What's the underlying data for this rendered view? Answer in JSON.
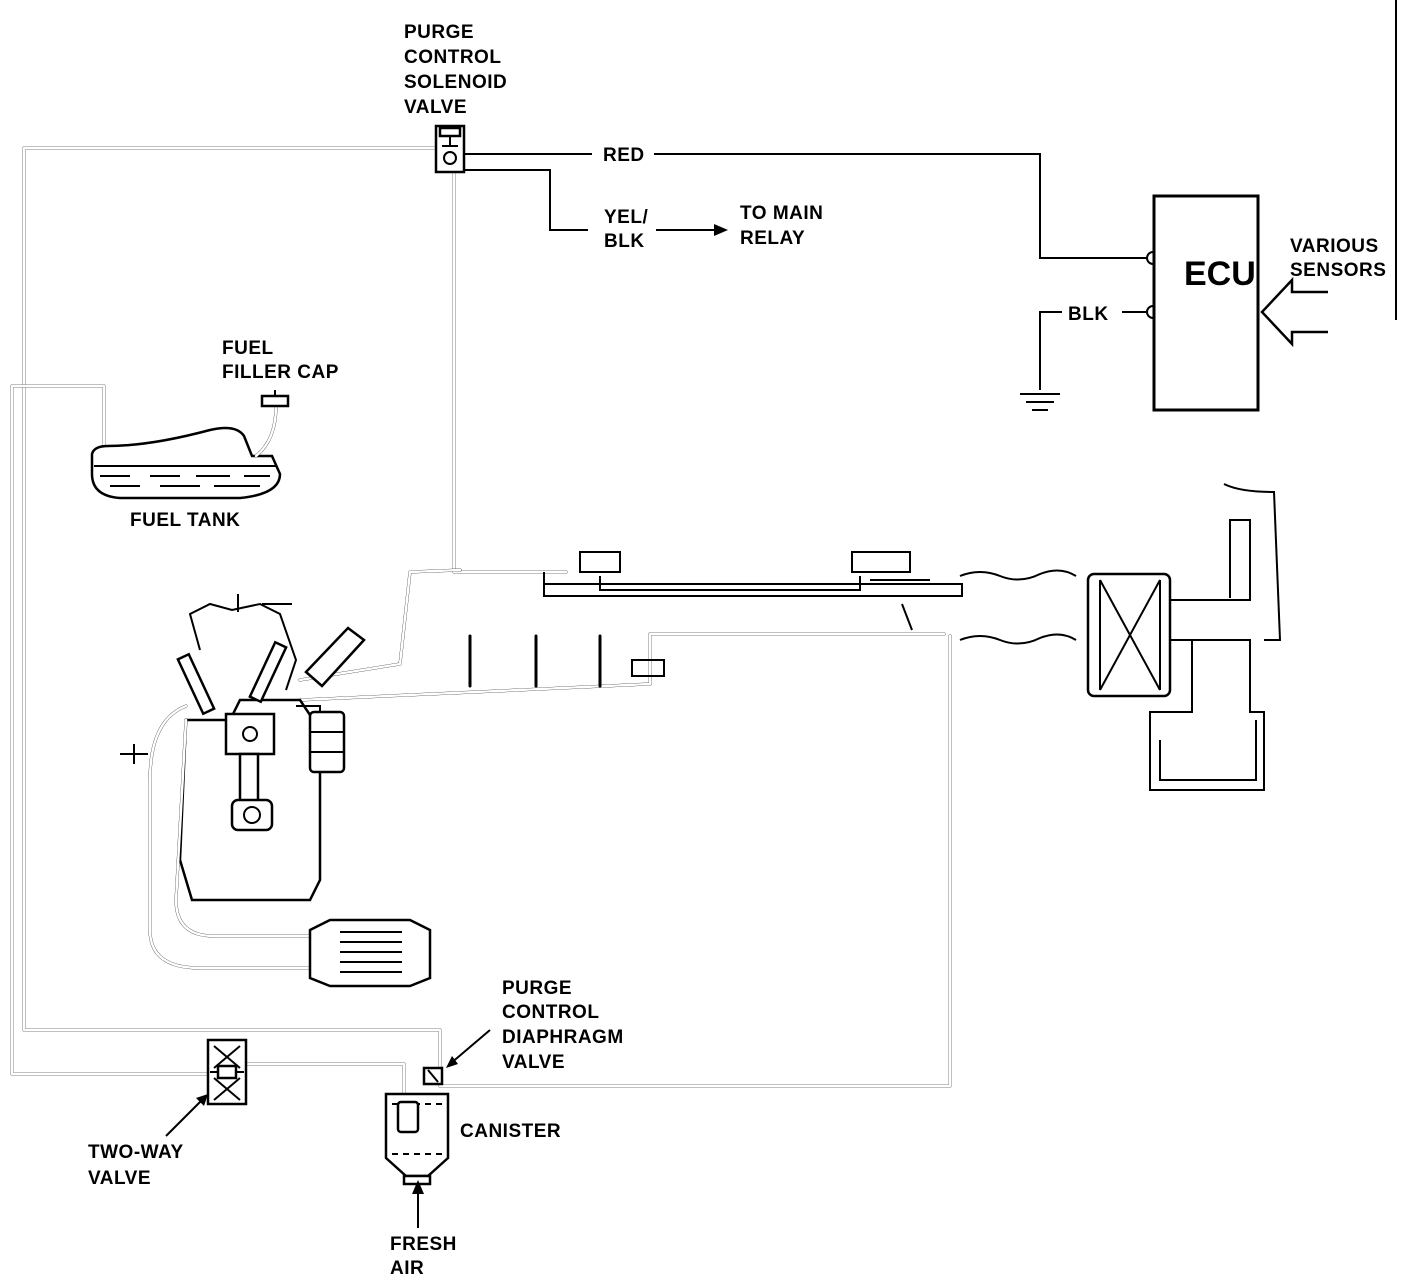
{
  "labels": {
    "purge_solenoid": [
      "PURGE",
      "CONTROL",
      "SOLENOID",
      "VALVE"
    ],
    "red": "RED",
    "yel_blk": [
      "YEL/",
      "BLK"
    ],
    "to_main_relay": [
      "TO MAIN",
      "RELAY"
    ],
    "ecu": "ECU",
    "various_sensors": [
      "VARIOUS",
      "SENSORS"
    ],
    "blk": "BLK",
    "fuel_filler_cap": [
      "FUEL",
      "FILLER CAP"
    ],
    "fuel_tank": "FUEL TANK",
    "purge_diaphragm": [
      "PURGE",
      "CONTROL",
      "DIAPHRAGM",
      "VALVE"
    ],
    "canister": "CANISTER",
    "two_way_valve": [
      "TWO-WAY",
      "VALVE"
    ],
    "fresh_air": [
      "FRESH",
      "AIR"
    ]
  },
  "colors": {
    "line": "#000000",
    "background": "#ffffff"
  }
}
